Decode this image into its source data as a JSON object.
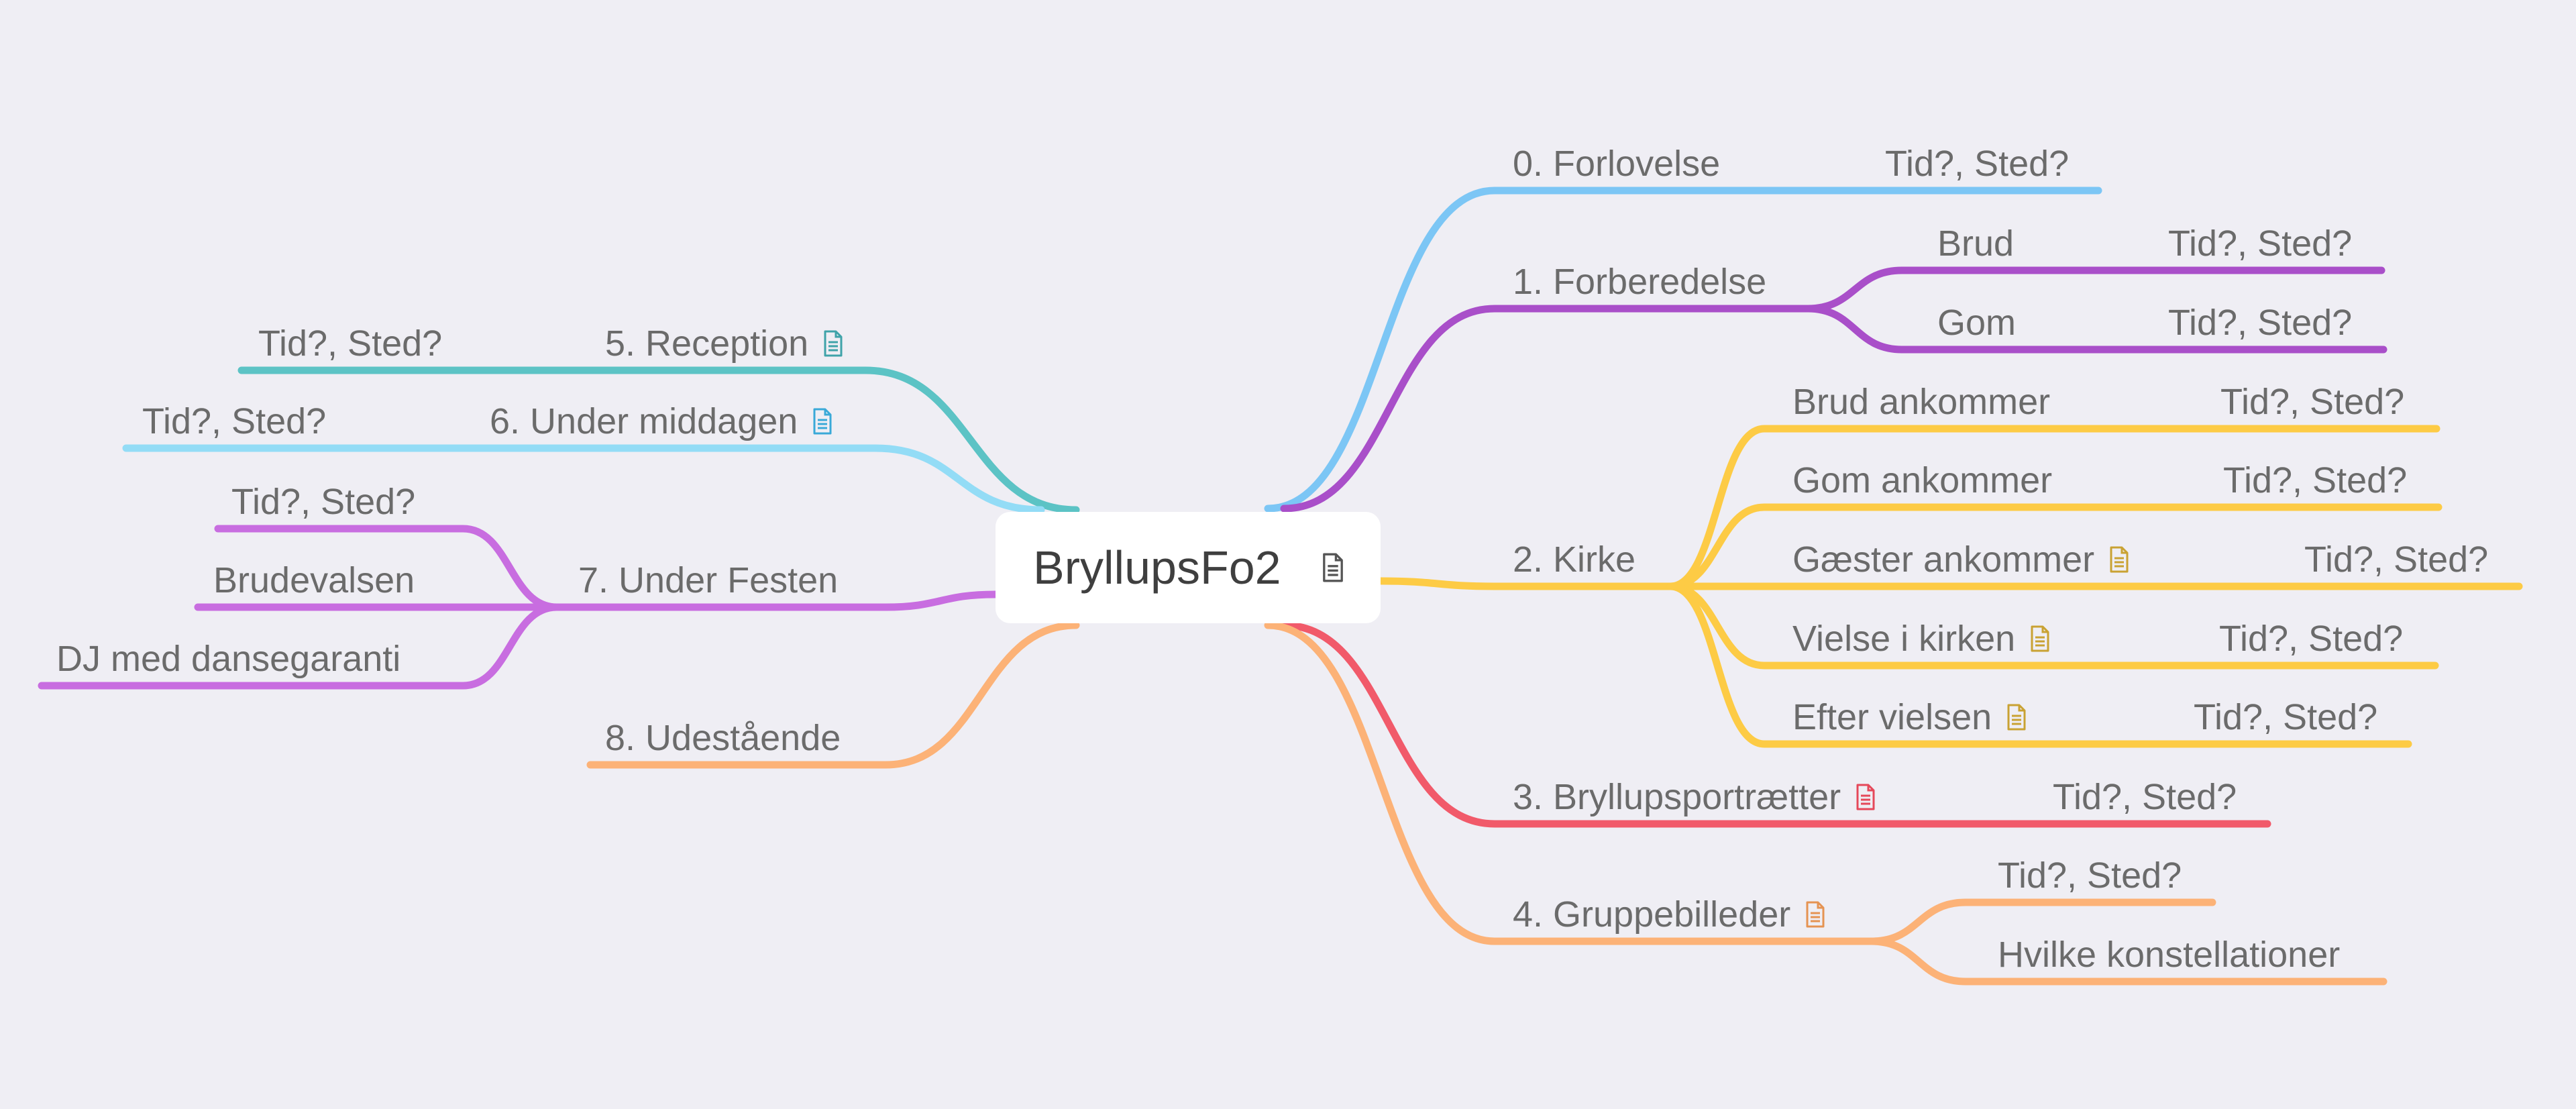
{
  "colors": {
    "background": "#efeef4",
    "blue": "#7cc6f5",
    "purple": "#a94fc9",
    "yellow": "#fdcb45",
    "red": "#f15a6a",
    "orange": "#fcb277",
    "teal": "#5cc3c5",
    "lightblue": "#93dcf6",
    "violet": "#c86de0",
    "text": "#6b6b6b"
  },
  "root": {
    "label": "BryllupsFo2",
    "icon": "note-icon"
  },
  "branches": [
    {
      "id": "b0",
      "label": "0. Forlovelse",
      "color": "blue",
      "children": [
        {
          "label": "Tid?, Sted?"
        }
      ]
    },
    {
      "id": "b1",
      "label": "1. Forberedelse",
      "color": "purple",
      "children": [
        {
          "label": "Brud",
          "children": [
            {
              "label": "Tid?, Sted?"
            }
          ]
        },
        {
          "label": "Gom",
          "children": [
            {
              "label": "Tid?, Sted?"
            }
          ]
        }
      ]
    },
    {
      "id": "b2",
      "label": "2. Kirke",
      "color": "yellow",
      "children": [
        {
          "label": "Brud ankommer",
          "children": [
            {
              "label": "Tid?, Sted?"
            }
          ]
        },
        {
          "label": "Gom ankommer",
          "children": [
            {
              "label": "Tid?, Sted?"
            }
          ]
        },
        {
          "label": "Gæster ankommer",
          "icon": "note-icon",
          "children": [
            {
              "label": "Tid?, Sted?"
            }
          ]
        },
        {
          "label": "Vielse i kirken",
          "icon": "note-icon",
          "children": [
            {
              "label": "Tid?, Sted?"
            }
          ]
        },
        {
          "label": "Efter vielsen",
          "icon": "note-icon",
          "children": [
            {
              "label": "Tid?, Sted?"
            }
          ]
        }
      ]
    },
    {
      "id": "b3",
      "label": "3. Bryllupsportrætter",
      "color": "red",
      "icon": "note-icon",
      "children": [
        {
          "label": "Tid?, Sted?"
        }
      ]
    },
    {
      "id": "b4",
      "label": "4. Gruppebilleder",
      "color": "orange",
      "icon": "note-icon",
      "children": [
        {
          "label": "Tid?, Sted?"
        },
        {
          "label": "Hvilke konstellationer"
        }
      ]
    },
    {
      "id": "b5",
      "label": "5. Reception",
      "color": "teal",
      "icon": "note-icon",
      "children": [
        {
          "label": "Tid?, Sted?"
        }
      ]
    },
    {
      "id": "b6",
      "label": "6. Under middagen",
      "color": "lightblue",
      "icon": "note-icon",
      "children": [
        {
          "label": "Tid?, Sted?"
        }
      ]
    },
    {
      "id": "b7",
      "label": "7. Under Festen",
      "color": "violet",
      "children": [
        {
          "label": "Tid?, Sted?"
        },
        {
          "label": "Brudevalsen"
        },
        {
          "label": "DJ med dansegaranti"
        }
      ]
    },
    {
      "id": "b8",
      "label": "8. Udestående",
      "color": "orange"
    }
  ]
}
